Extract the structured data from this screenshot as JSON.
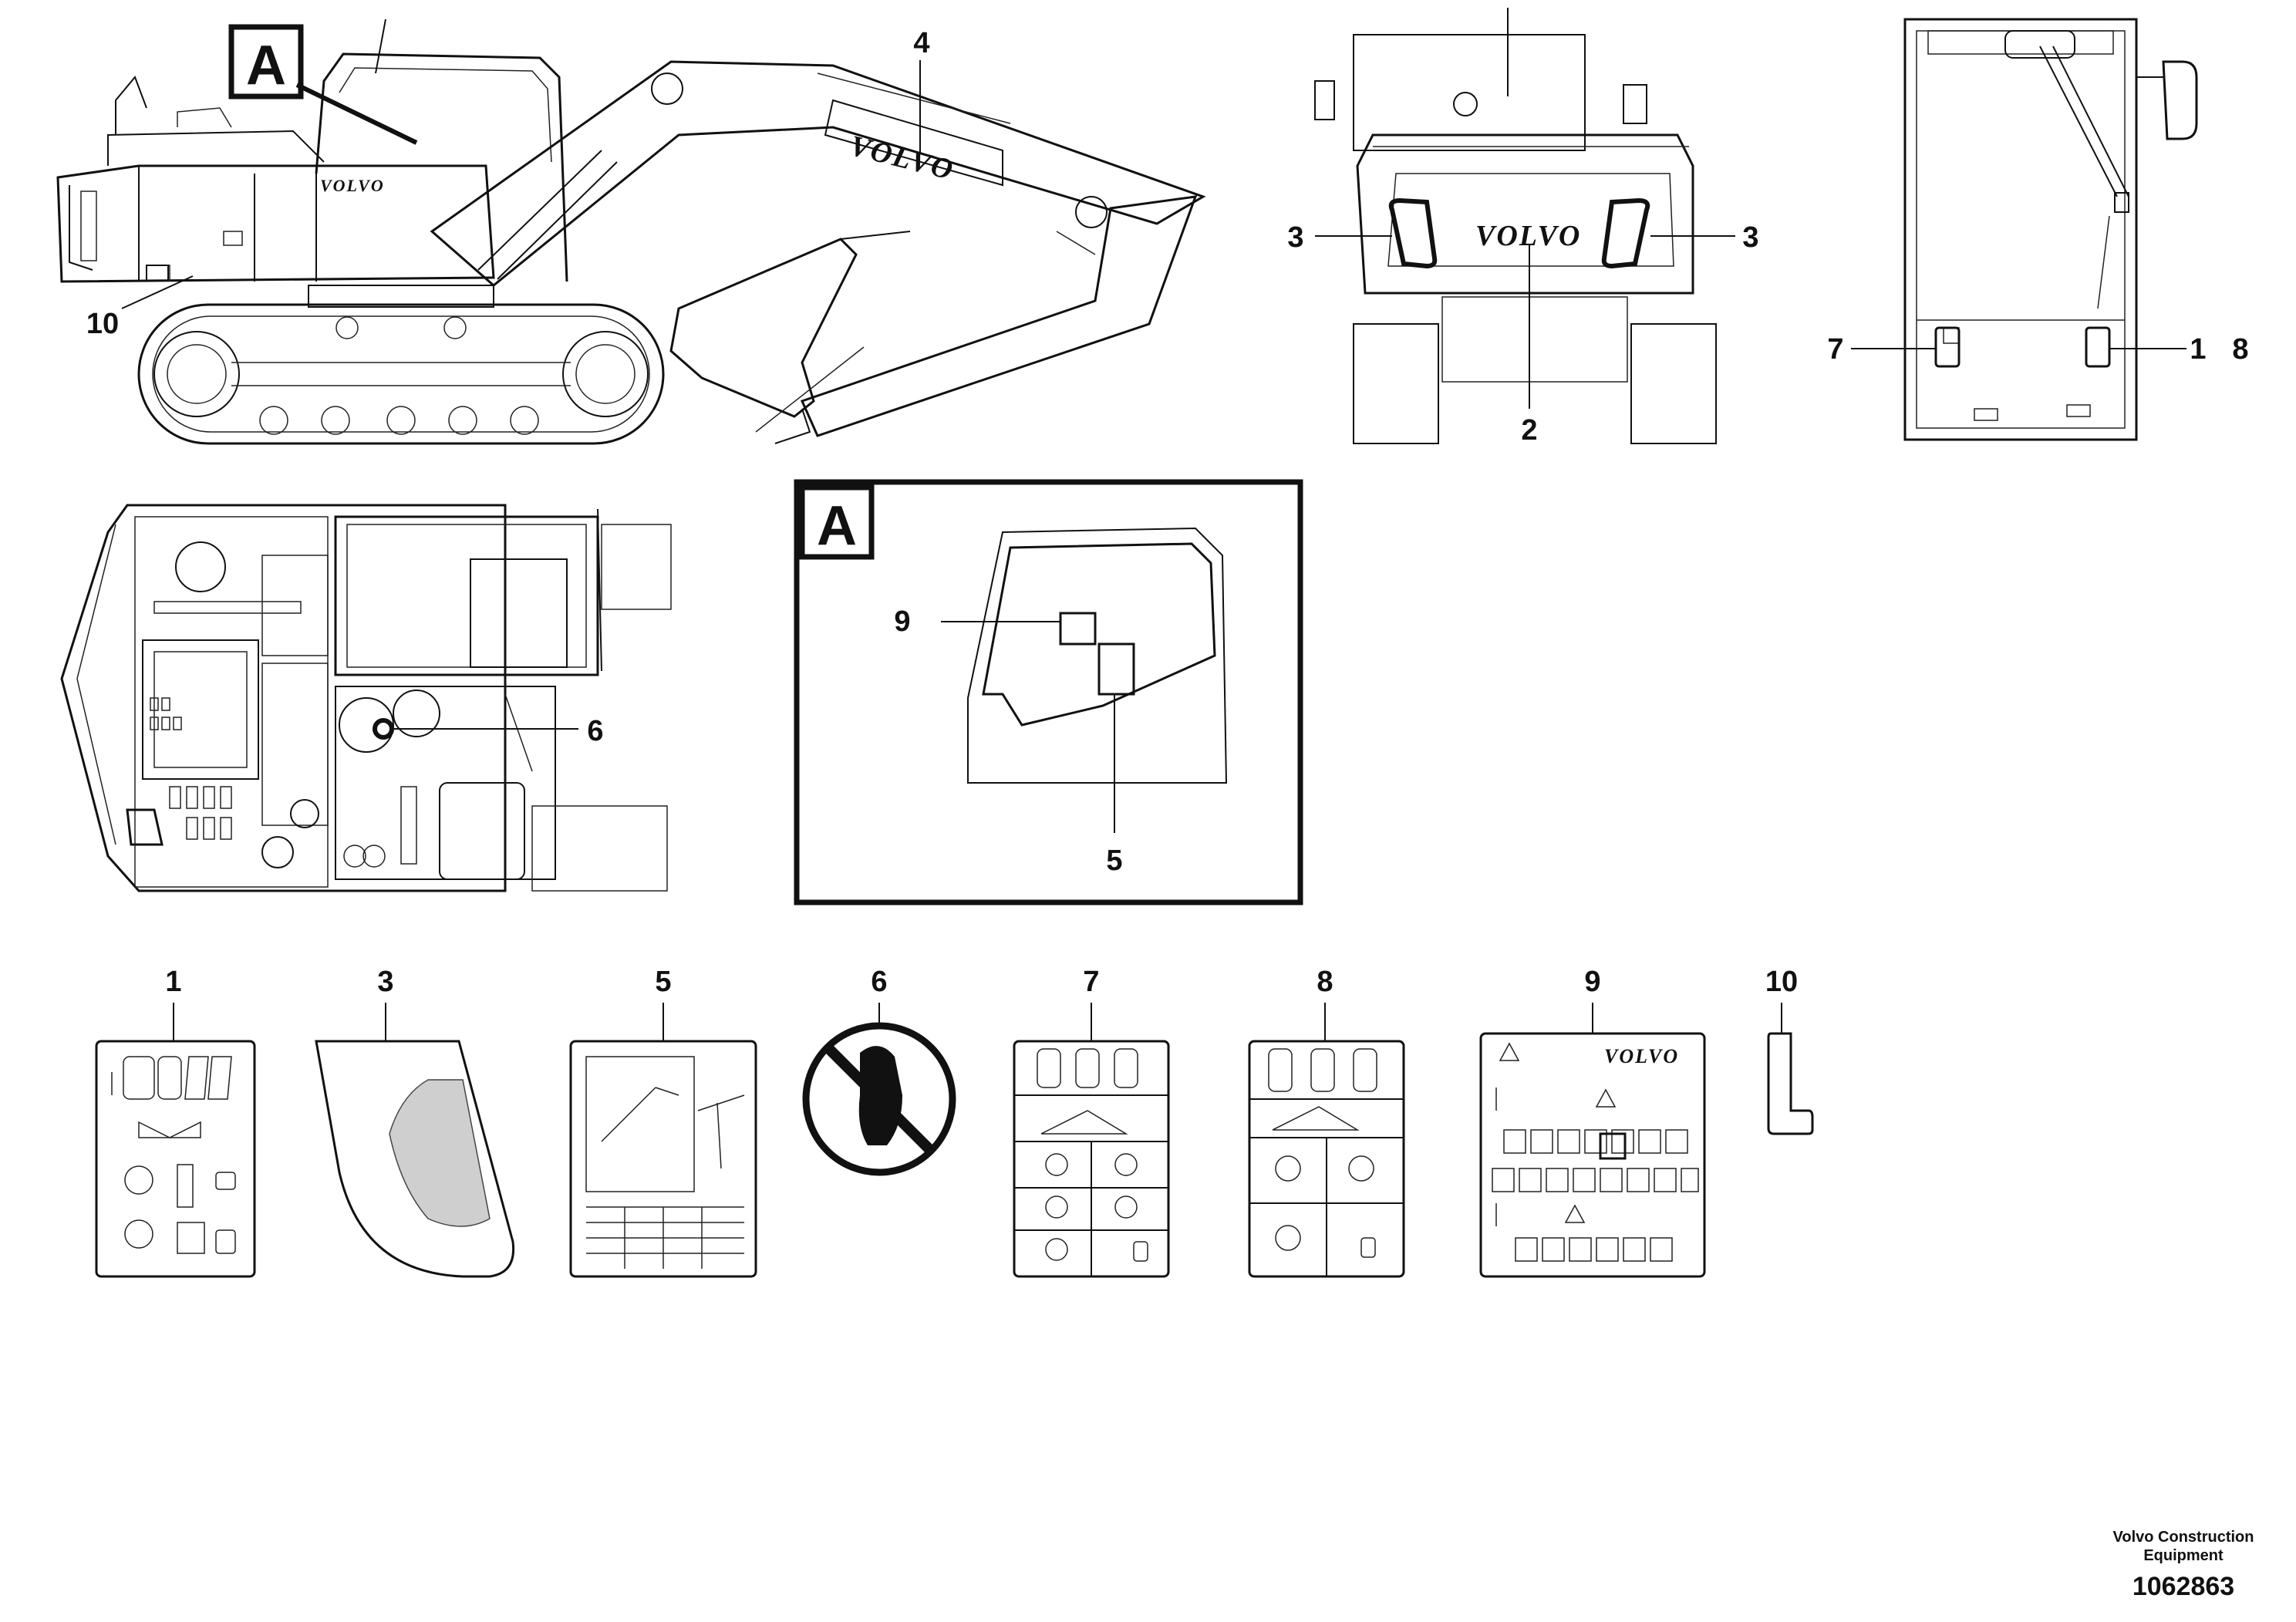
{
  "section_marker": "A",
  "brand_text": "VOLVO",
  "callouts": {
    "c1": "1",
    "c2": "2",
    "c3": "3",
    "c4": "4",
    "c5": "5",
    "c6": "6",
    "c7": "7",
    "c8": "8",
    "c9": "9",
    "c10": "10"
  },
  "decal_labels": [
    "1",
    "3",
    "5",
    "6",
    "7",
    "8",
    "9",
    "10"
  ],
  "footer": {
    "maker": "Volvo Construction Equipment",
    "code": "1062863"
  }
}
